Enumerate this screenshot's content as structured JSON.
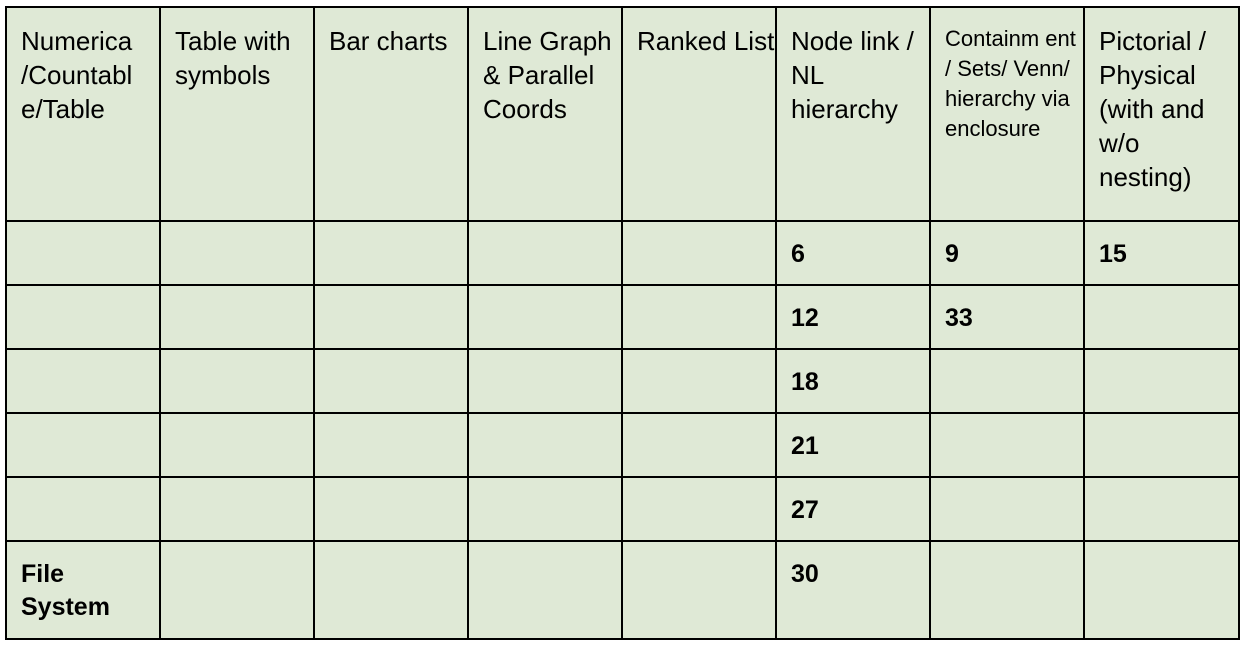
{
  "table": {
    "headers": [
      "Numerica /Countabl e/Table",
      "Table with symbols",
      "Bar charts",
      "Line Graph & Parallel Coords",
      "Ranked List",
      "Node link / NL hierarchy",
      "Containm ent / Sets/ Venn/ hierarchy via enclosure",
      "Pictorial / Physical (with and w/o nesting)"
    ],
    "rows": [
      [
        "",
        "",
        "",
        "",
        "",
        "6",
        "9",
        "15"
      ],
      [
        "",
        "",
        "",
        "",
        "",
        "12",
        "33",
        ""
      ],
      [
        "",
        "",
        "",
        "",
        "",
        "18",
        "",
        ""
      ],
      [
        "",
        "",
        "",
        "",
        "",
        "21",
        "",
        ""
      ],
      [
        "",
        "",
        "",
        "",
        "",
        "27",
        "",
        ""
      ],
      [
        "File System",
        "",
        "",
        "",
        "",
        "30",
        "",
        ""
      ]
    ]
  },
  "colors": {
    "cell_background": "#dfe9d6",
    "border": "#000000",
    "text": "#000000"
  }
}
